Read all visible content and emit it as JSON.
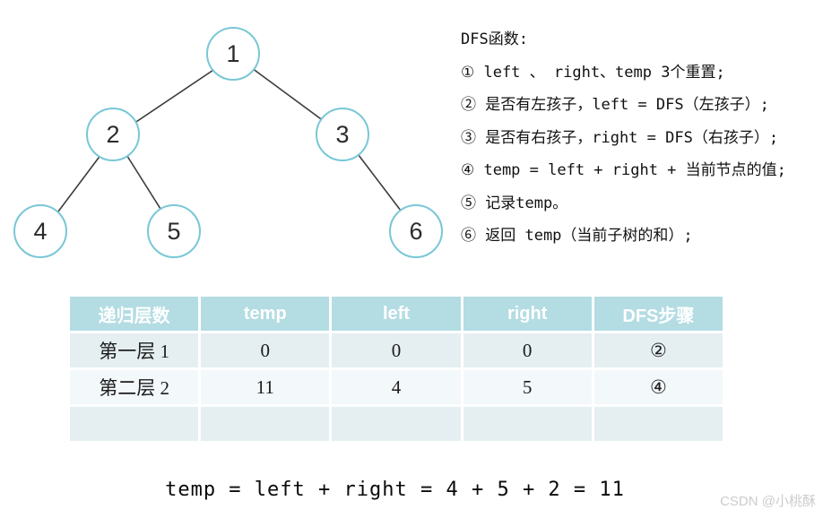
{
  "tree": {
    "nodes": [
      {
        "label": "1"
      },
      {
        "label": "2"
      },
      {
        "label": "3"
      },
      {
        "label": "4"
      },
      {
        "label": "5"
      },
      {
        "label": "6"
      }
    ],
    "edges": [
      "1-2",
      "1-3",
      "2-4",
      "2-5",
      "3-6"
    ]
  },
  "dfs_panel": {
    "title": "DFS函数:",
    "steps": [
      "① left 、 right、temp 3个重置;",
      "② 是否有左孩子，left = DFS（左孩子）;",
      "③ 是否有右孩子，right = DFS（右孩子）;",
      "④ temp = left + right + 当前节点的值;",
      "⑤ 记录temp。",
      "⑥ 返回 temp（当前子树的和）;"
    ]
  },
  "table": {
    "headers": [
      "递归层数",
      "temp",
      "left",
      "right",
      "DFS步骤"
    ],
    "rows": [
      [
        "第一层 1",
        "0",
        "0",
        "0",
        "②"
      ],
      [
        "第二层 2",
        "11",
        "4",
        "5",
        "④"
      ],
      [
        "",
        "",
        "",
        "",
        ""
      ]
    ]
  },
  "formula": "temp = left + right = 4 + 5 + 2 = 11",
  "watermark": "CSDN @小桃酥",
  "colors": {
    "node_border": "#79c7d6",
    "edge": "#3c3c3c",
    "table_header_bg": "#b4dce3",
    "table_row_odd_bg": "#e5eff2",
    "table_row_even_bg": "#f3f8fa",
    "watermark": "#cccccc"
  }
}
